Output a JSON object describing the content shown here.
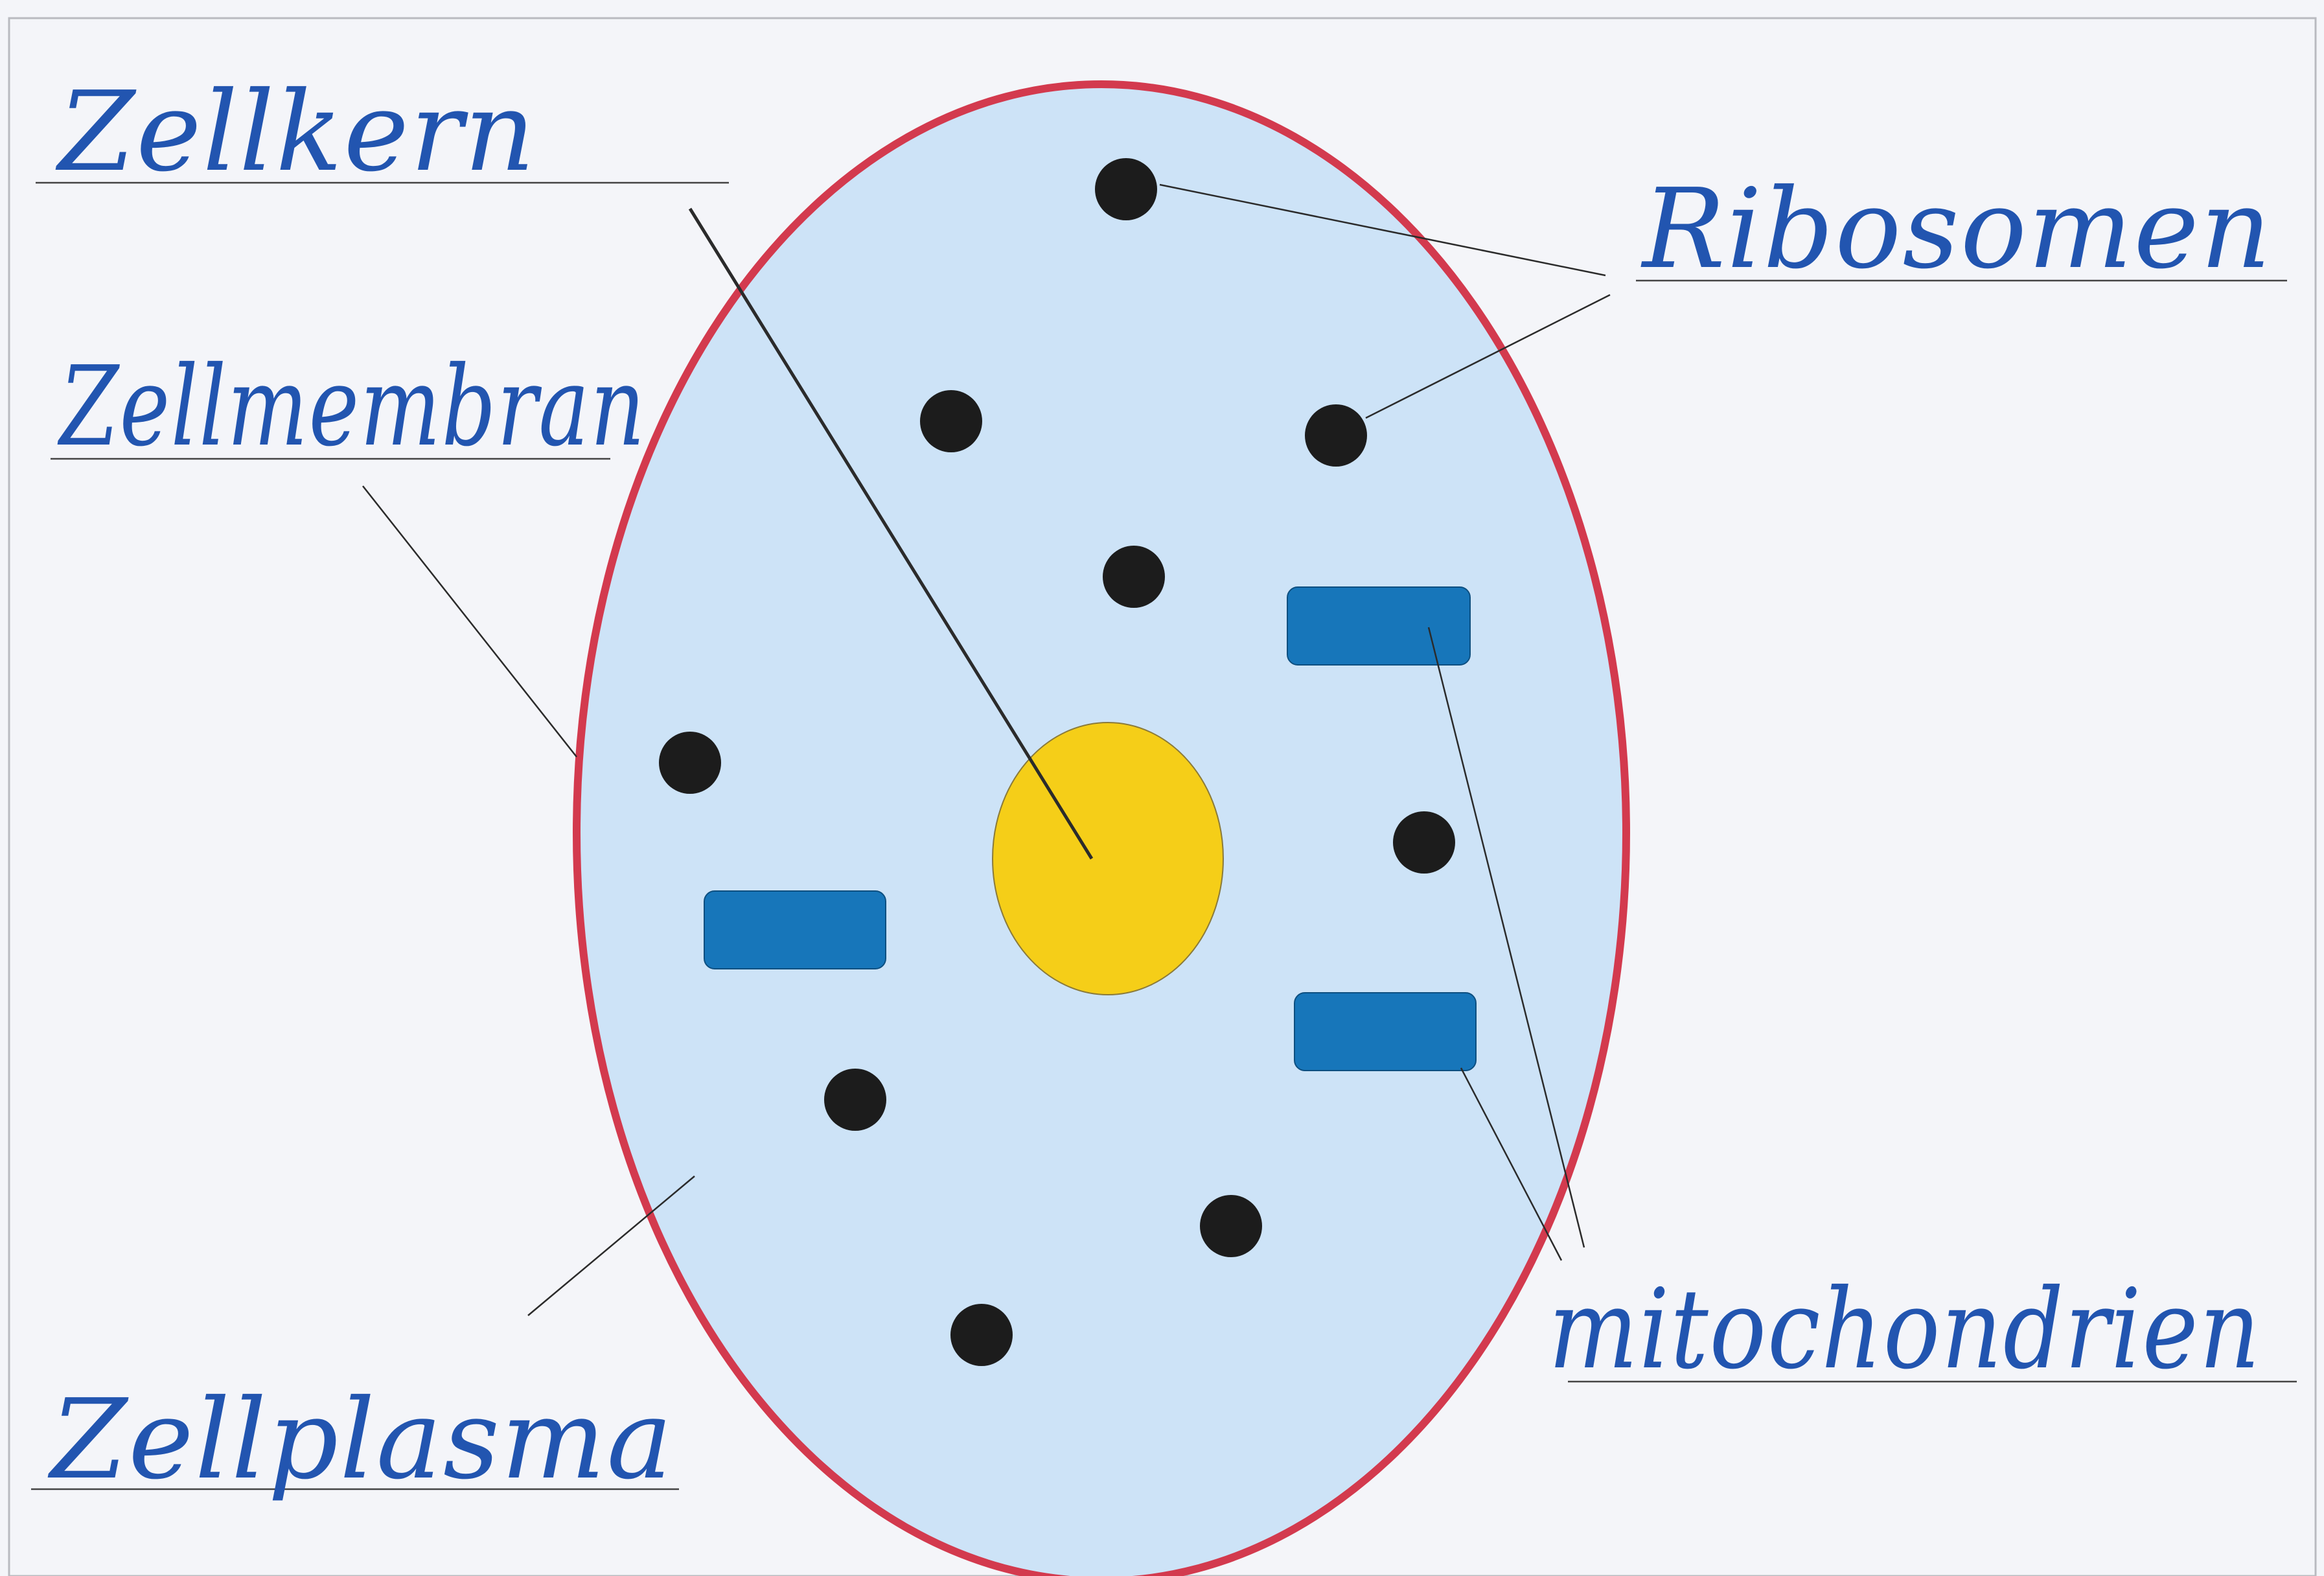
{
  "diagram": {
    "labels": {
      "zellkern": "Zellkern",
      "zellmembran": "Zellmembran",
      "zellplasma": "Zellplasma",
      "ribosomen": "Ribosomen",
      "mitochondrien": "mitochondrien"
    },
    "colors": {
      "page": "#f4f5f9",
      "cytoplasm": "#cde3f7",
      "membrane": "#d33a4e",
      "nucleus": "#f5ce18",
      "mitochondria": "#1776ba",
      "ribosome": "#1c1c1c",
      "label_ink": "#2255b0"
    }
  }
}
